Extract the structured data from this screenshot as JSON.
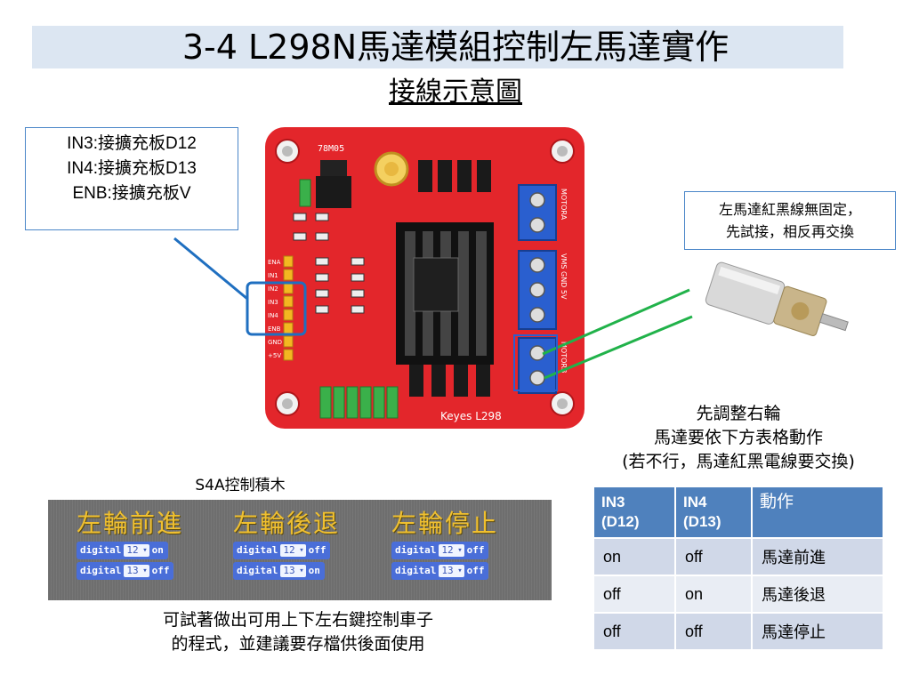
{
  "slide": {
    "title": "3-4 L298N馬達模組控制左馬達實作",
    "subtitle": "接線示意圖"
  },
  "wiring_note": {
    "lines": [
      "IN3:接擴充板D12",
      "IN4:接擴充板D13",
      "ENB:接擴充板V"
    ]
  },
  "motor_note": {
    "lines": [
      "左馬達紅黑線無固定，",
      "先試接，相反再交換"
    ]
  },
  "board": {
    "chip_label": "78M05",
    "brand_label": "Keyes L298",
    "pin_labels": [
      "ENA",
      "IN1",
      "IN2",
      "IN3",
      "IN4",
      "ENB",
      "GND",
      "+5V"
    ],
    "terminal_labels": [
      "MOTORA",
      "VMS GND 5V",
      "MOTORB"
    ]
  },
  "motor_image": {
    "label": "motor"
  },
  "adjust_note": {
    "lines": [
      "先調整右輪",
      "馬達要依下方表格動作",
      "(若不行，馬達紅黑電線要交換)"
    ]
  },
  "s4a": {
    "label": "S4A控制積木",
    "blocks": [
      {
        "title": "左輪前進",
        "rows": [
          {
            "kw": "digital",
            "pin": "12",
            "state": "on"
          },
          {
            "kw": "digital",
            "pin": "13",
            "state": "off"
          }
        ]
      },
      {
        "title": "左輪後退",
        "rows": [
          {
            "kw": "digital",
            "pin": "12",
            "state": "off"
          },
          {
            "kw": "digital",
            "pin": "13",
            "state": "on"
          }
        ]
      },
      {
        "title": "左輪停止",
        "rows": [
          {
            "kw": "digital",
            "pin": "12",
            "state": "off"
          },
          {
            "kw": "digital",
            "pin": "13",
            "state": "off"
          }
        ]
      }
    ]
  },
  "footnote": {
    "lines": [
      "可試著做出可用上下左右鍵控制車子",
      "的程式，並建議要存檔供後面使用"
    ]
  },
  "action_table": {
    "headers": [
      "IN3\n(D12)",
      "IN4\n(D13)",
      "動作"
    ],
    "rows": [
      [
        "on",
        "off",
        "馬達前進"
      ],
      [
        "off",
        "on",
        "馬達後退"
      ],
      [
        "off",
        "off",
        "馬達停止"
      ]
    ]
  },
  "colors": {
    "title_bar": "#dce6f2",
    "box_border": "#4a86c8",
    "board_red": "#e3262b",
    "terminal_blue": "#2a5fcf",
    "wire_green": "#21b24a",
    "table_header": "#4f81bd",
    "block_blue": "#4a6ed8",
    "block_title_yellow": "#f0c030"
  }
}
